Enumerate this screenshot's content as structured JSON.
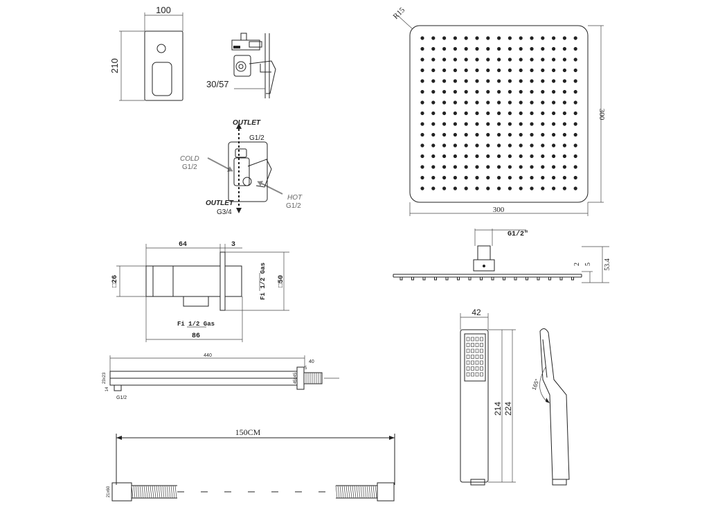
{
  "valve_front": {
    "width": "100",
    "height": "210"
  },
  "valve_side": {
    "depth": "30/57"
  },
  "valve_ports": {
    "outlet_top": "OUTLET",
    "outlet_top_size": "G1/2",
    "cold": "COLD",
    "cold_size": "G1/2",
    "hot": "HOT",
    "hot_size": "G1/2",
    "outlet_bottom": "OUTLET",
    "outlet_bottom_size": "G3/4"
  },
  "rain_head": {
    "radius": "R15",
    "width": "300",
    "height": "300",
    "dot_rows": 15,
    "dot_cols": 15
  },
  "rain_head_side": {
    "thread": "G1/2\"",
    "dim_small": "2",
    "dim_mid": "5",
    "dim_total": "53.4"
  },
  "wall_outlet": {
    "length_top": "64",
    "flange": "3",
    "square": "□26",
    "side": "□50",
    "thread_side": "Fi 1/2 Gas",
    "thread_bottom": "Fi 1/2 Gas",
    "length_total": "86"
  },
  "shower_arm": {
    "length": "440",
    "end": "40",
    "section": "23x23",
    "height": "14",
    "thread": "G1/2",
    "flange_size": "45x45",
    "flange_dim": "5"
  },
  "hose": {
    "length": "150CM",
    "end_size": "21x60"
  },
  "hand_shower": {
    "width": "42",
    "length_inner": "214",
    "length_outer": "224",
    "angle": "165°"
  }
}
